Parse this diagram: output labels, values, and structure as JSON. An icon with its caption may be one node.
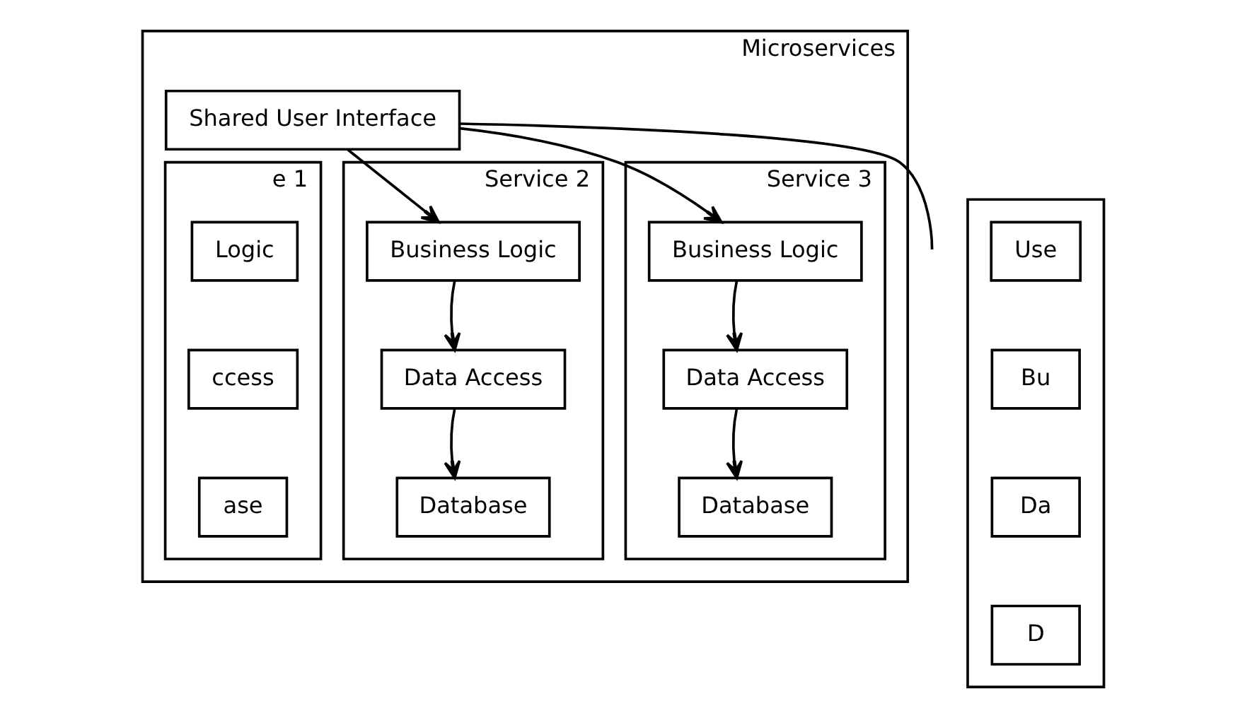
{
  "diagram": {
    "nodes": [
      {
        "text": [
          "Microservices"
        ]
      },
      {
        "text": [
          "Shared User Interface"
        ],
        "in": 0
      },
      {
        "text": [
          "e 1"
        ],
        "in": 0
      },
      {
        "text": [
          "Logic"
        ],
        "in": 2
      },
      {
        "text": [
          "ccess"
        ],
        "in": 2
      },
      {
        "text": [
          "ase"
        ],
        "in": 2
      },
      {
        "text": [
          "Service 2"
        ],
        "in": 0
      },
      {
        "text": [
          "Business Logic"
        ],
        "in": 6
      },
      {
        "text": [
          "Data Access"
        ],
        "in": 6
      },
      {
        "text": [
          "Database"
        ],
        "in": 6
      },
      {
        "text": [
          "Service 3"
        ],
        "in": 0
      },
      {
        "text": [
          "Business Logic"
        ],
        "in": 10
      },
      {
        "text": [
          "Data Access"
        ],
        "in": 10
      },
      {
        "text": [
          "Database"
        ],
        "in": 10
      },
      {
        "text": [],
        "shape": "box"
      },
      {
        "text": [
          "Use"
        ],
        "in": 14
      },
      {
        "text": [
          "Bu"
        ],
        "in": 14
      },
      {
        "text": [
          "Da"
        ],
        "in": 14
      },
      {
        "text": [
          "D"
        ],
        "in": 14
      }
    ],
    "edges": [
      {
        "from": 1,
        "to": null,
        "arrow": "none"
      },
      {
        "from": 1,
        "to": 7,
        "arrow": "to"
      },
      {
        "from": 1,
        "to": 11,
        "arrow": "to"
      },
      {
        "from": 7,
        "to": 8,
        "arrow": "to"
      },
      {
        "from": 8,
        "to": 9,
        "arrow": "to"
      },
      {
        "from": 11,
        "to": 12,
        "arrow": "to"
      },
      {
        "from": 12,
        "to": 13,
        "arrow": "to"
      }
    ]
  }
}
